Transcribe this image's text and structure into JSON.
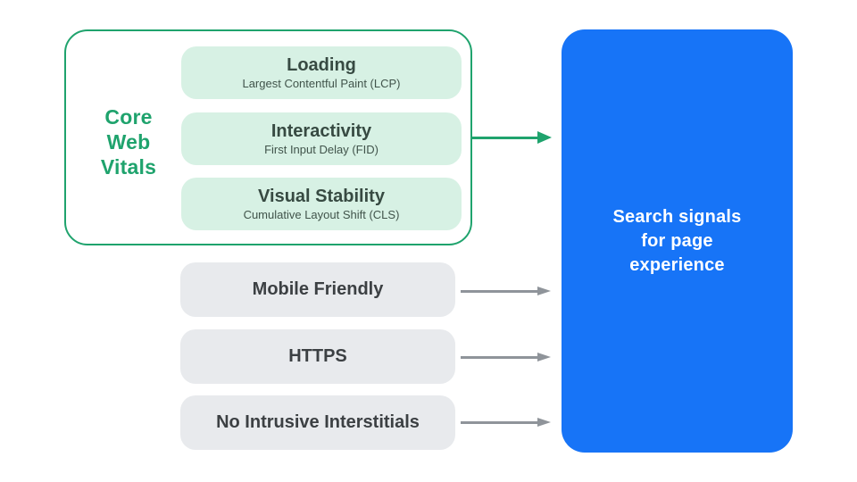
{
  "colors": {
    "green": "#1fa36d",
    "green_light": "#d7f1e4",
    "green_text_dark": "#374a42",
    "green_sub_text": "#41544b",
    "gray_light": "#e8eaed",
    "gray_arrow": "#8f949a",
    "text_dark": "#3c4043",
    "blue": "#1774f7"
  },
  "core_web_vitals": {
    "label": "Core\nWeb\nVitals",
    "metrics": [
      {
        "title": "Loading",
        "subtitle": "Largest Contentful Paint (LCP)"
      },
      {
        "title": "Interactivity",
        "subtitle": "First Input Delay (FID)"
      },
      {
        "title": "Visual Stability",
        "subtitle": "Cumulative Layout Shift (CLS)"
      }
    ]
  },
  "other_signals": [
    "Mobile Friendly",
    "HTTPS",
    "No Intrusive Interstitials"
  ],
  "result_box": {
    "label": "Search signals\nfor page\nexperience"
  }
}
